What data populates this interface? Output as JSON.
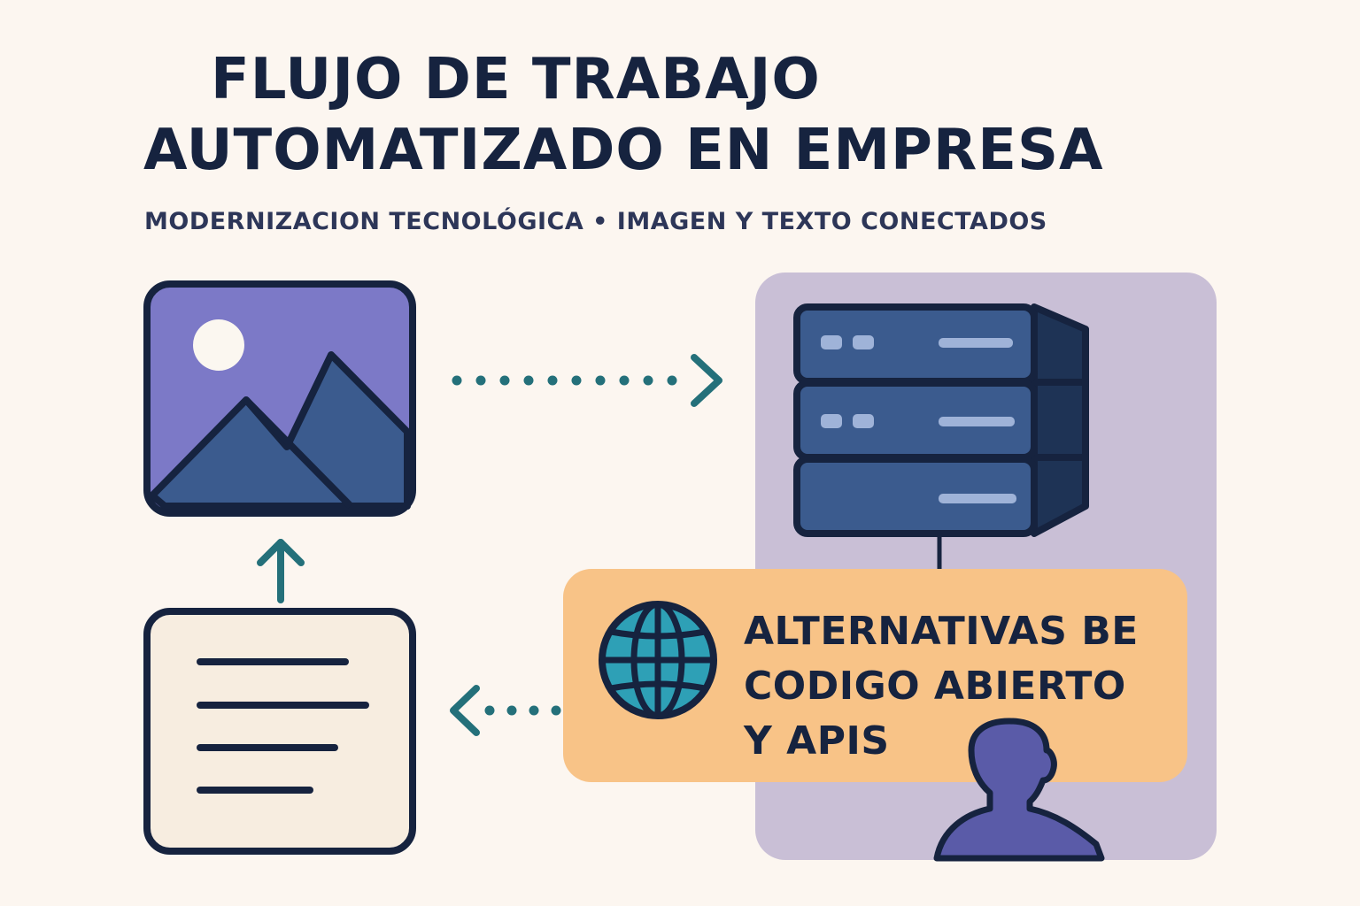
{
  "header": {
    "title_line_1": "FLUJO DE TRABAJO",
    "title_line_2": "AUTOMATIZADO EN EMPRESA",
    "subtitle": "MODERNIZACION TECNOLÓGICA • IMAGEN Y TEXTO CONECTADOS"
  },
  "callout": {
    "text": "ALTERNATIVAS BE\nCODIGO ABIERTO\nY APIS",
    "background": "#f8c387"
  },
  "nodes": {
    "image": {
      "icon": "image-icon",
      "fill": "#7c79c7"
    },
    "server": {
      "icon": "server-icon",
      "fill": "#3b5b8e",
      "panel": "#c9bfd6"
    },
    "document": {
      "icon": "document-icon",
      "fill": "#f7ede0"
    },
    "globe": {
      "icon": "globe-icon",
      "fill": "#2ea0b6"
    },
    "person": {
      "icon": "person-icon",
      "fill": "#5a5ba8"
    }
  },
  "colors": {
    "ink": "#16233f",
    "connector": "#24707a",
    "background": "#fcf6f0"
  }
}
